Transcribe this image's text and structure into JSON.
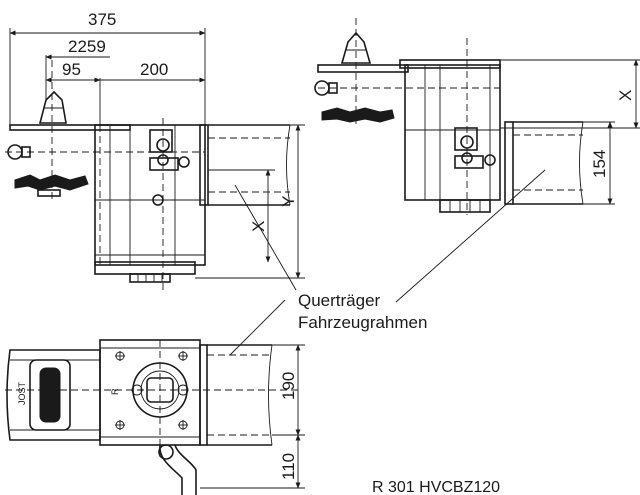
{
  "drawing": {
    "dimensions": {
      "d375": "375",
      "d2259": "2259",
      "d95": "95",
      "d200": "200",
      "x_left": "X",
      "y_left": "Y",
      "x_right": "X",
      "d154": "154",
      "d190": "190",
      "d110": "110"
    },
    "callout": {
      "line1": "Querträger",
      "line2": "Fahrzeugrahmen"
    },
    "plate_text": "JOST",
    "part_mark": "R",
    "reference_code": "R 301 HVCBZ120"
  }
}
